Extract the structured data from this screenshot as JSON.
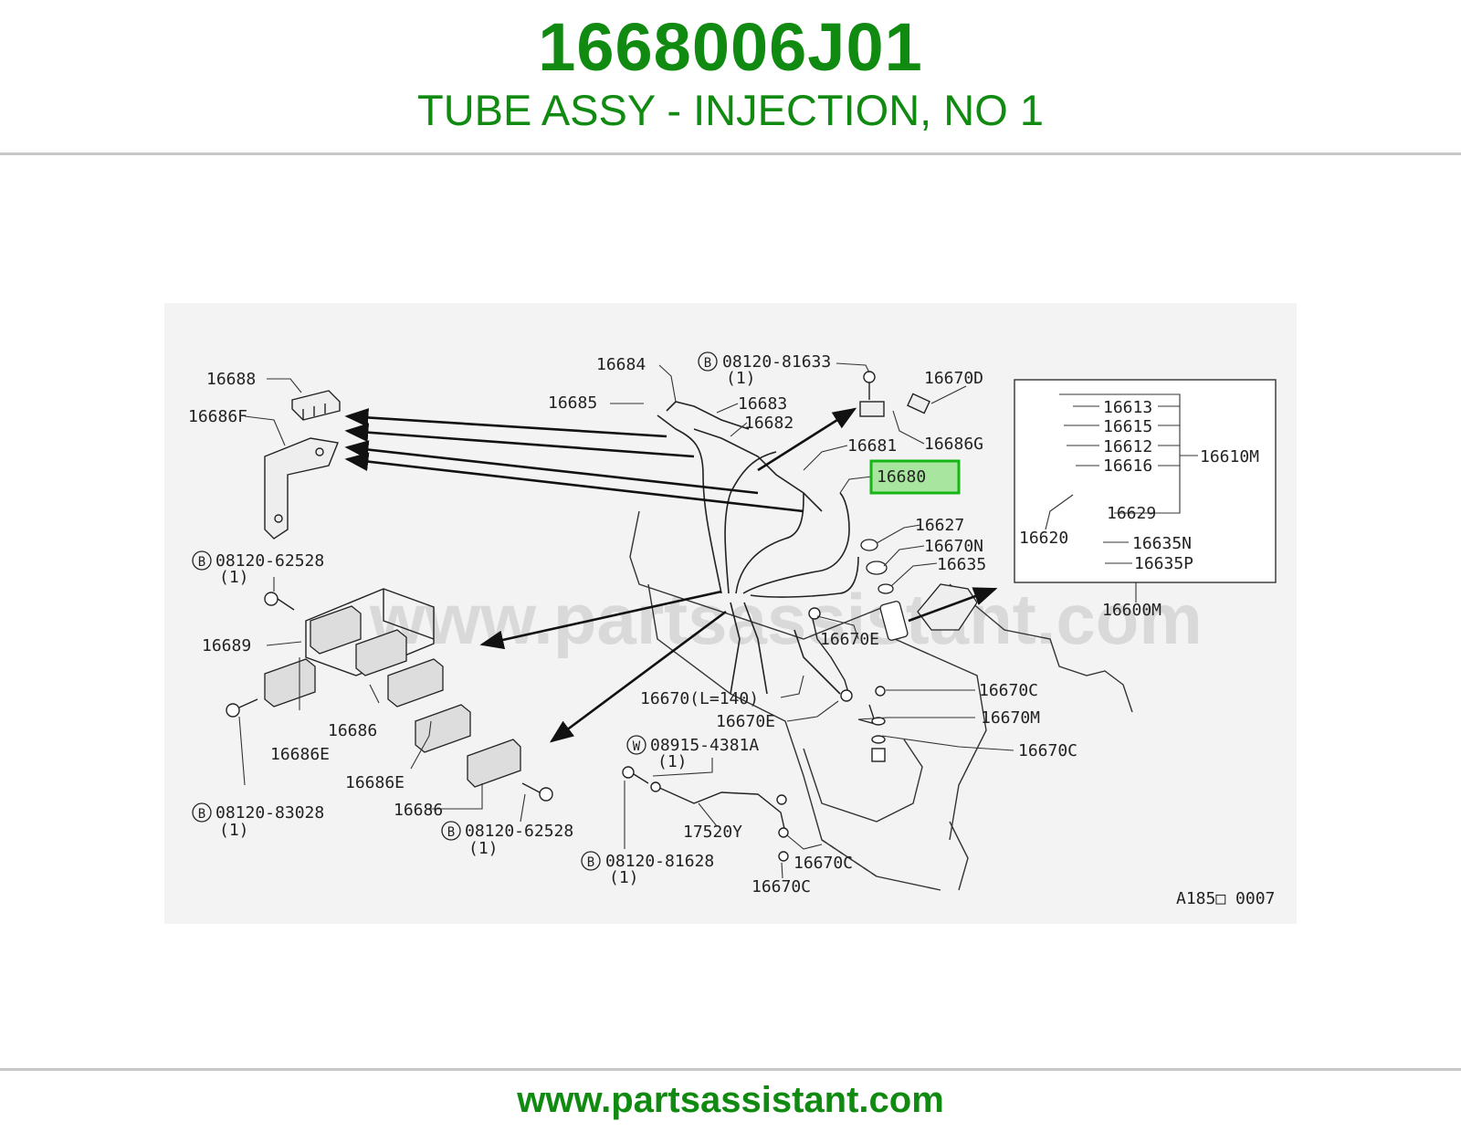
{
  "header": {
    "part_number": "1668006J01",
    "description": "TUBE ASSY - INJECTION, NO 1"
  },
  "diagram": {
    "watermark": "www.partsassistant.com",
    "highlighted_part": "16680",
    "figure_code": "A185□ 0007",
    "labels": {
      "p16684": "16684",
      "p08120_81633": "08120-81633",
      "qty_81633": "(1)",
      "p16670D": "16670D",
      "p16688": "16688",
      "p16686F": "16686F",
      "p16685": "16685",
      "p16683": "16683",
      "p16682": "16682",
      "p16681": "16681",
      "p16686G": "16686G",
      "p16680": "16680",
      "p16627": "16627",
      "p16670N": "16670N",
      "p16635": "16635",
      "p08120_62528a": "08120-62528",
      "qty_62528a": "(1)",
      "p16689": "16689",
      "p16670E_a": "16670E",
      "p16670_L140": "16670(L=140)",
      "p16670E_b": "16670E",
      "p16670C_a": "16670C",
      "p16670M": "16670M",
      "p16670C_b": "16670C",
      "p16686_a": "16686",
      "p16686E_a": "16686E",
      "p16686E_b": "16686E",
      "p16686_b": "16686",
      "p08915_4381A": "08915-4381A",
      "qty_4381A": "(1)",
      "p17520Y": "17520Y",
      "p08120_83028": "08120-83028",
      "qty_83028": "(1)",
      "p08120_62528b": "08120-62528",
      "qty_62528b": "(1)",
      "p08120_81628": "08120-81628",
      "qty_81628": "(1)",
      "p16670C_c": "16670C",
      "p16670C_d": "16670C",
      "p16613": "16613",
      "p16615": "16615",
      "p16612": "16612",
      "p16616": "16616",
      "p16610M": "16610M",
      "p16620": "16620",
      "p16629": "16629",
      "p16635N": "16635N",
      "p16635P": "16635P",
      "p16600M": "16600M"
    },
    "bolt_marks": {
      "b": "B",
      "w": "W"
    }
  },
  "footer": {
    "url": "www.partsassistant.com"
  },
  "colors": {
    "brand_green": "#118a11",
    "highlight_fill": "#a8e6a0",
    "highlight_border": "#16b516"
  }
}
